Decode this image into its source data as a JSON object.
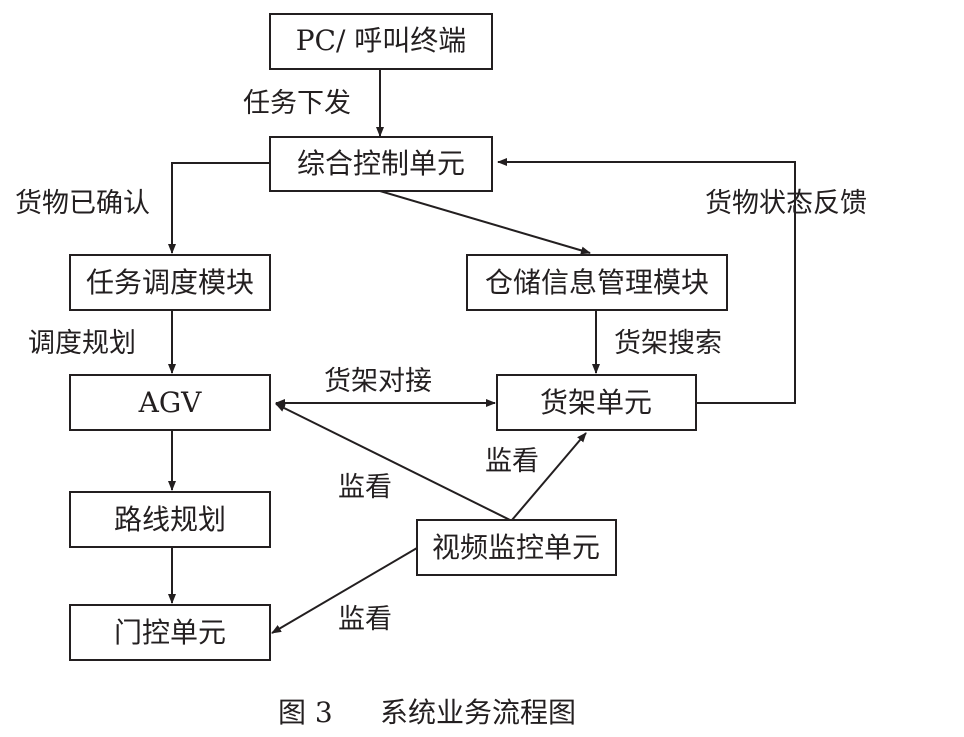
{
  "nodes": {
    "pc_terminal": "PC/ 呼叫终端",
    "control_unit": "综合控制单元",
    "task_scheduler": "任务调度模块",
    "warehouse_info": "仓储信息管理模块",
    "agv": "AGV",
    "shelf_unit": "货架单元",
    "route_planning": "路线规划",
    "video_monitor": "视频监控单元",
    "door_control": "门控单元"
  },
  "edges": {
    "task_dispatch": "任务下发",
    "goods_confirmed": "货物已确认",
    "goods_status_feedback": "货物状态反馈",
    "scheduling_plan": "调度规划",
    "shelf_search": "货架搜索",
    "shelf_docking": "货架对接",
    "monitor_shelf": "监看",
    "monitor_agv": "监看",
    "monitor_door": "监看"
  },
  "caption": {
    "figure_number": "图 3",
    "title": "系统业务流程图"
  },
  "colors": {
    "ink": "#231f20",
    "background": "#ffffff"
  }
}
